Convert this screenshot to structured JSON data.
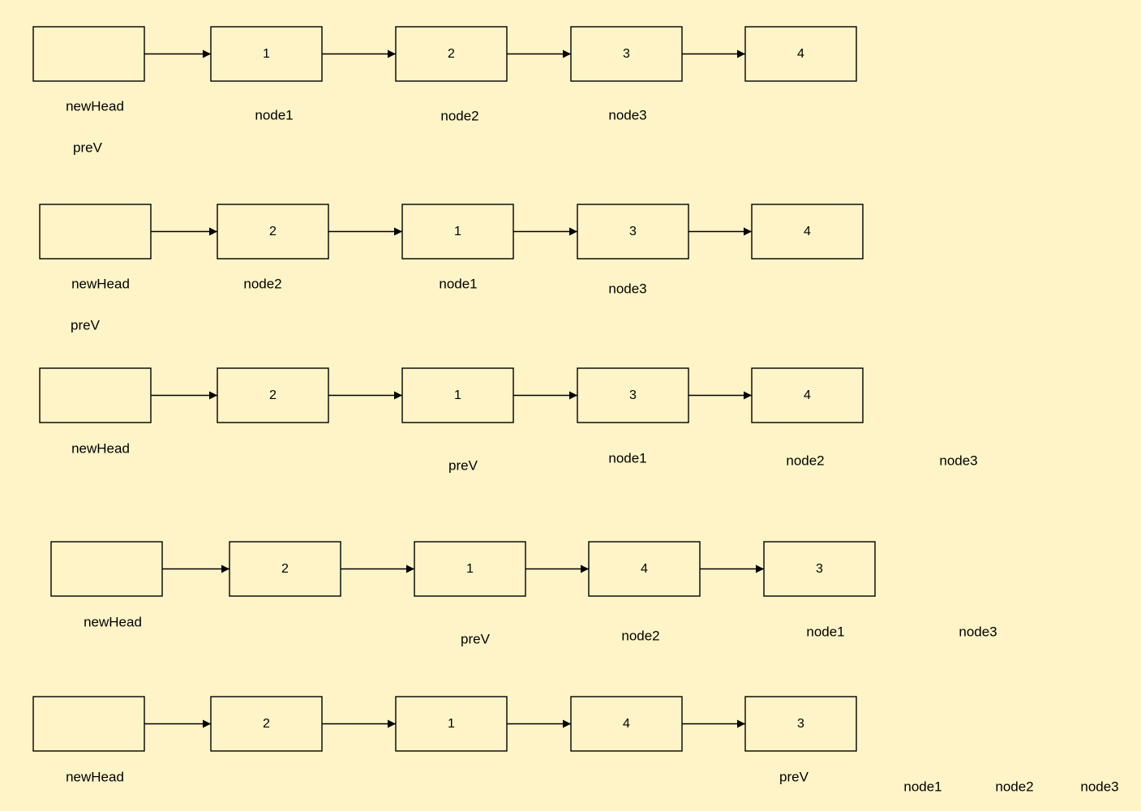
{
  "rows": [
    {
      "nodes": [
        "",
        "1",
        "2",
        "3",
        "4"
      ],
      "labels": [
        "newHead",
        "node1",
        "node2",
        "node3",
        "preV"
      ]
    },
    {
      "nodes": [
        "",
        "2",
        "1",
        "3",
        "4"
      ],
      "labels": [
        "newHead",
        "node2",
        "node1",
        "node3",
        "preV"
      ]
    },
    {
      "nodes": [
        "",
        "2",
        "1",
        "3",
        "4"
      ],
      "labels": [
        "newHead",
        "preV",
        "node1",
        "node2",
        "node3"
      ]
    },
    {
      "nodes": [
        "",
        "2",
        "1",
        "4",
        "3"
      ],
      "labels": [
        "newHead",
        "preV",
        "node2",
        "node1",
        "node3"
      ]
    },
    {
      "nodes": [
        "",
        "2",
        "1",
        "4",
        "3"
      ],
      "labels": [
        "newHead",
        "preV",
        "node1",
        "node2",
        "node3"
      ]
    }
  ]
}
